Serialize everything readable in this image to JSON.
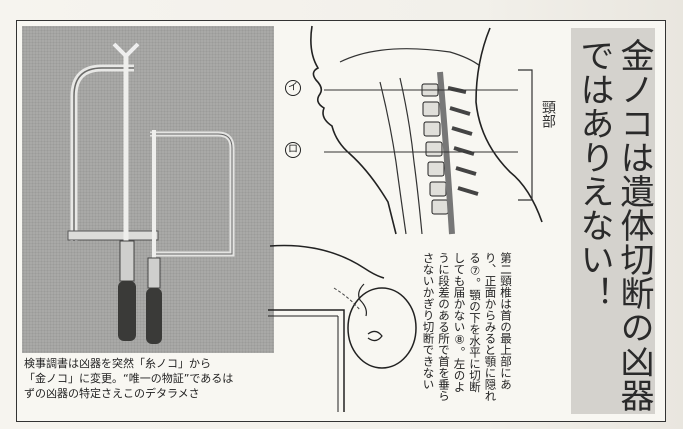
{
  "headline": {
    "col1": "金ノコは遺体切断の凶器",
    "col2": "ではありえない！"
  },
  "caption": {
    "line1": "検事調書は凶器を突然「糸ノコ」から",
    "line2": "「金ノコ」に変更。“唯一の物証”であるは",
    "line3": "ずの凶器の特定さえこのデタラメさ"
  },
  "diagram": {
    "neck_label": "頸部",
    "marker_i": "イ",
    "marker_ro": "ロ"
  },
  "body": {
    "line1": "第二頸椎は首の最上部にあ",
    "line2": "り、正面からみると顎に隠れ",
    "line3": "る⑦。顎の下を水平に切断",
    "line4": "しても届かない⑧。左のよ",
    "line5": "うに段差のある所で首を垂ら",
    "line6": "さないかぎり切断できない"
  }
}
